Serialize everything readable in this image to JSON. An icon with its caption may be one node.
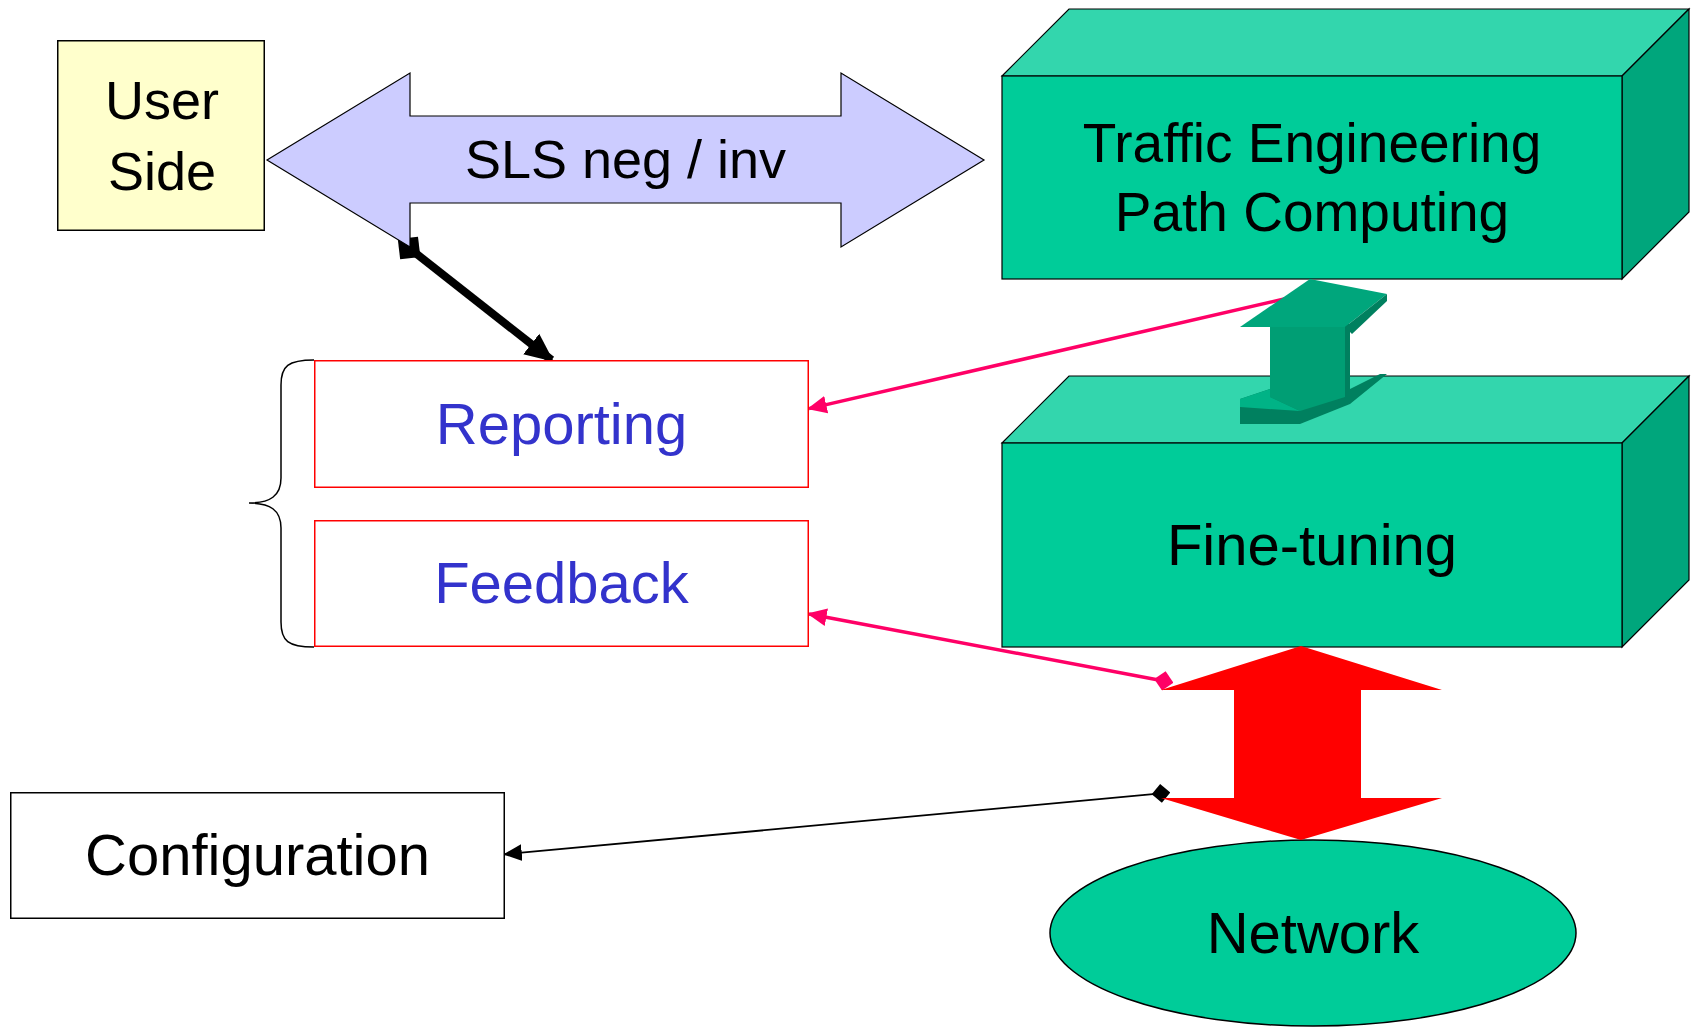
{
  "diagram": {
    "nodes": [
      {
        "text": [
          "User Side"
        ]
      },
      {
        "text": [
          "SLS neg / inv"
        ]
      },
      {
        "text": [
          "Traffic Engineering Path Computing"
        ]
      },
      {
        "text": [
          "Reporting"
        ]
      },
      {
        "text": [
          "Feedback"
        ]
      },
      {
        "text": [
          "Fine-tuning"
        ]
      },
      {
        "text": [
          "Configuration"
        ]
      },
      {
        "text": [
          "Network"
        ]
      },
      {
        "text": [],
        "shape": "arrow"
      },
      {
        "text": [],
        "shape": "arrow"
      }
    ],
    "edges": [
      {
        "from": 1,
        "to": 3,
        "arrow": "to",
        "style": "thick"
      },
      {
        "from": 8,
        "to": 3,
        "arrow": "to",
        "color": "#ff0066"
      },
      {
        "from": 9,
        "to": 4,
        "arrow": "to",
        "color": "#ff0066"
      },
      {
        "from": 9,
        "to": 6,
        "arrow": "to"
      }
    ]
  }
}
